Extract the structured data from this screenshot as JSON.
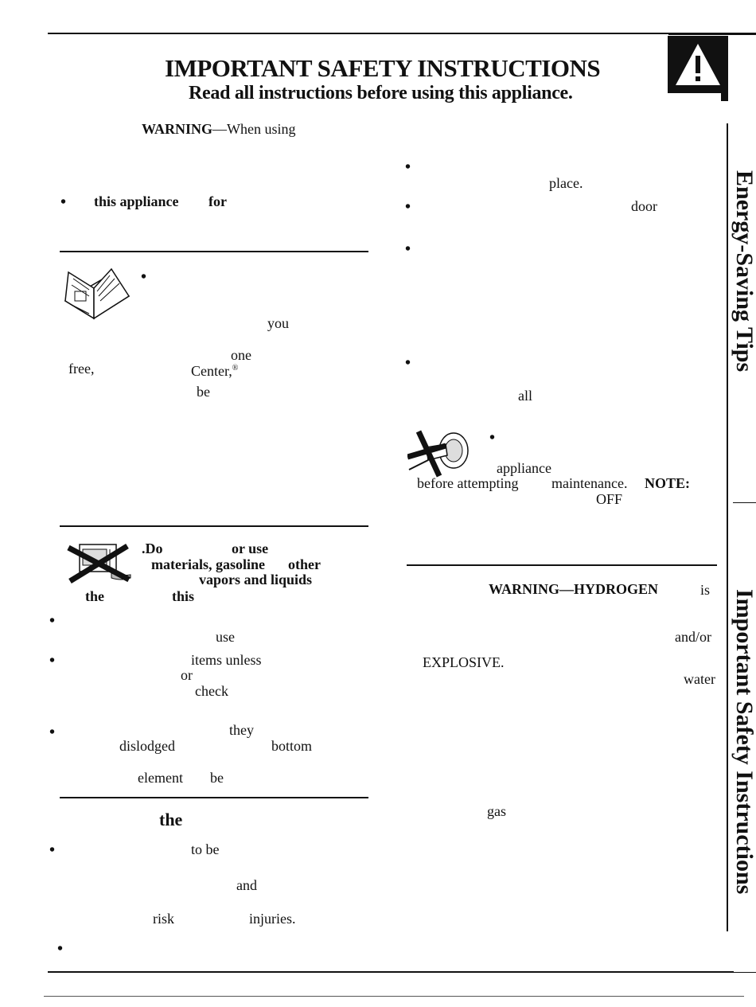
{
  "header": {
    "title": "IMPORTANT SAFETY INSTRUCTIONS",
    "subtitle": "Read all instructions before using this appliance."
  },
  "left": {
    "warning_lead": "WARNING",
    "warning_rest": "—When using",
    "bullet1_a": "this appliance",
    "bullet1_b": "for",
    "manual_l1": "you",
    "manual_l2": "one",
    "manual_l3a": "free,",
    "manual_l3b": "Center,",
    "manual_l4": "be",
    "no_l1a": ".Do",
    "no_l1b": "or use",
    "no_l2": "materials, gasoline",
    "no_l2b": "other",
    "no_l3": "vapors and liquids",
    "no_l4a": "the",
    "no_l4b": "this",
    "b2": "use",
    "b3a": "items unless",
    "b3b": "or",
    "b3c": "check",
    "b4a": "they",
    "b4b": "dislodged",
    "b4c": "bottom",
    "b4d": "element",
    "b4e": "be",
    "sec3_heading": "the",
    "s3a": "to be",
    "s3b": "and",
    "s3c": "risk",
    "s3d": "injuries."
  },
  "right": {
    "r1": "place.",
    "r2": "door",
    "r3": "all",
    "r4a": "appliance",
    "r4b": "before attempting",
    "r4c": "maintenance.",
    "r4d": "NOTE:",
    "r4e": "OFF",
    "h_warn_lead": "WARNING—HYDROGEN",
    "h_is": "is",
    "h_andor": "and/or",
    "h_explosive": "EXPLOSIVE.",
    "h_water": "water",
    "h_gas": "gas"
  },
  "side_tabs": {
    "tab1": "Energy-Saving Tips",
    "tab2": "Important Safety Instructions"
  },
  "icons": {
    "warning": "warning-triangle-icon",
    "manual": "owners-manual-icon",
    "no_flammables": "no-flammables-icon",
    "unplug": "unplug-icon"
  }
}
